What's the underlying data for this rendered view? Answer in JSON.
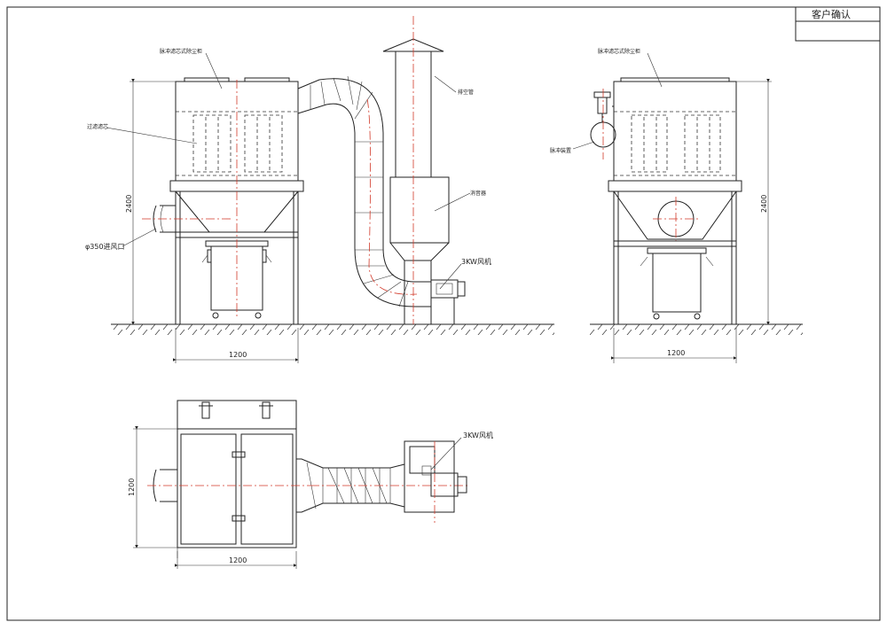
{
  "title_block": {
    "confirm_label": "客户确认"
  },
  "front_view": {
    "collector_label": "脉冲滤芯式除尘柜",
    "filter_label": "过滤滤芯",
    "inlet_label": "φ350进风口",
    "height_dim": "2400",
    "width_dim": "1200",
    "stack_label": "排空管",
    "silencer_label": "消音器",
    "fan_label": "3KW风机"
  },
  "side_view": {
    "collector_label": "脉冲滤芯式除尘柜",
    "pulse_label": "脉冲装置",
    "height_dim": "2400",
    "width_dim": "1200"
  },
  "plan_view": {
    "height_dim": "1200",
    "width_dim": "1200",
    "fan_label": "3KW风机"
  },
  "colors": {
    "line": "#222222",
    "centerline": "#d23a2a",
    "background": "#ffffff"
  }
}
